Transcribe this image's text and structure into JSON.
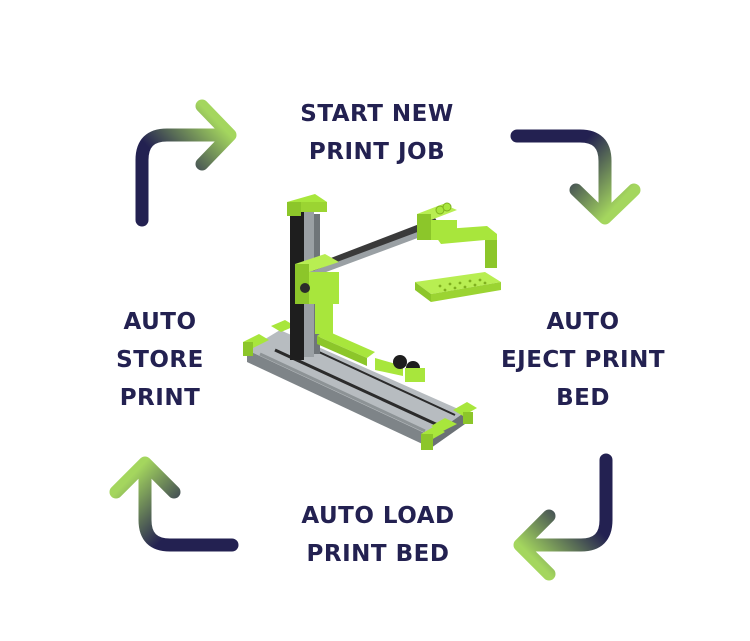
{
  "diagram": {
    "title": "",
    "colors": {
      "navy": "#232151",
      "lime": "#a4d65e",
      "machine_lime": "#a8e63c",
      "aluminium": "#9aa0a4",
      "dark_rail": "#2b2b2b"
    },
    "steps": [
      {
        "id": "start",
        "lines": [
          "START NEW",
          "PRINT JOB"
        ]
      },
      {
        "id": "eject",
        "lines": [
          "AUTO",
          "EJECT PRINT",
          "BED"
        ]
      },
      {
        "id": "load",
        "lines": [
          "AUTO LOAD",
          "PRINT BED"
        ]
      },
      {
        "id": "store",
        "lines": [
          "AUTO",
          "STORE",
          "PRINT"
        ]
      }
    ],
    "arrows": [
      {
        "from": "store",
        "to": "start",
        "icon": "gradient-corner-arrow-icon"
      },
      {
        "from": "start",
        "to": "eject",
        "icon": "gradient-corner-arrow-icon"
      },
      {
        "from": "eject",
        "to": "load",
        "icon": "gradient-corner-arrow-icon"
      },
      {
        "from": "load",
        "to": "store",
        "icon": "gradient-corner-arrow-icon"
      }
    ],
    "center_image": "3d-printer-automation-machine"
  }
}
